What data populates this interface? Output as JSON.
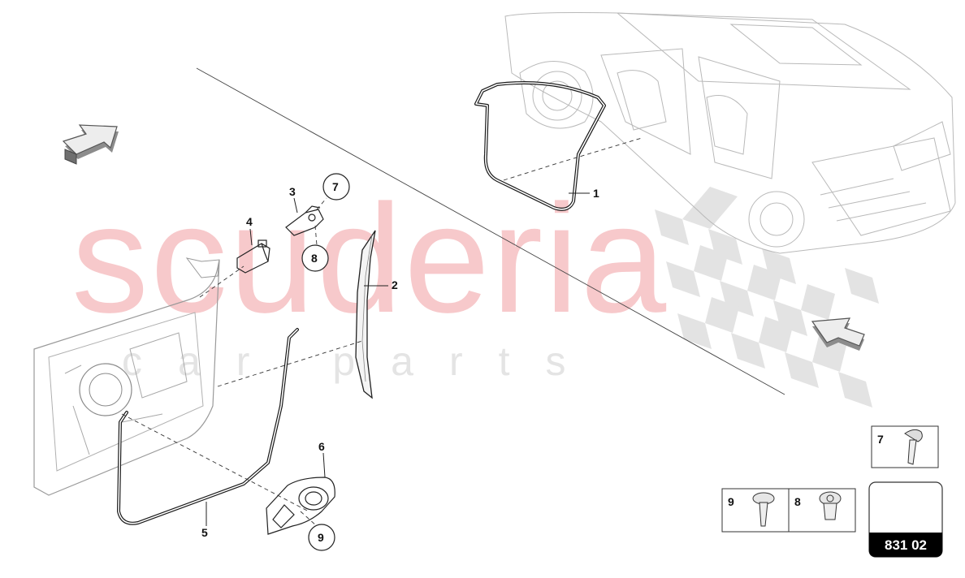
{
  "watermark": {
    "brand": "scuderia",
    "tagline": "car parts"
  },
  "callouts": {
    "p1": "1",
    "p2": "2",
    "p3": "3",
    "p4": "4",
    "p5": "5",
    "p6": "6",
    "c7": "7",
    "c8": "8",
    "c9": "9"
  },
  "fastener_boxes": {
    "box7": "7",
    "box9": "9",
    "box8": "8"
  },
  "diagram_code": "831 02",
  "icons": [
    "direction-arrow-icon",
    "direction-arrow-icon",
    "bolt-icon",
    "screw-icon",
    "clip-icon"
  ]
}
